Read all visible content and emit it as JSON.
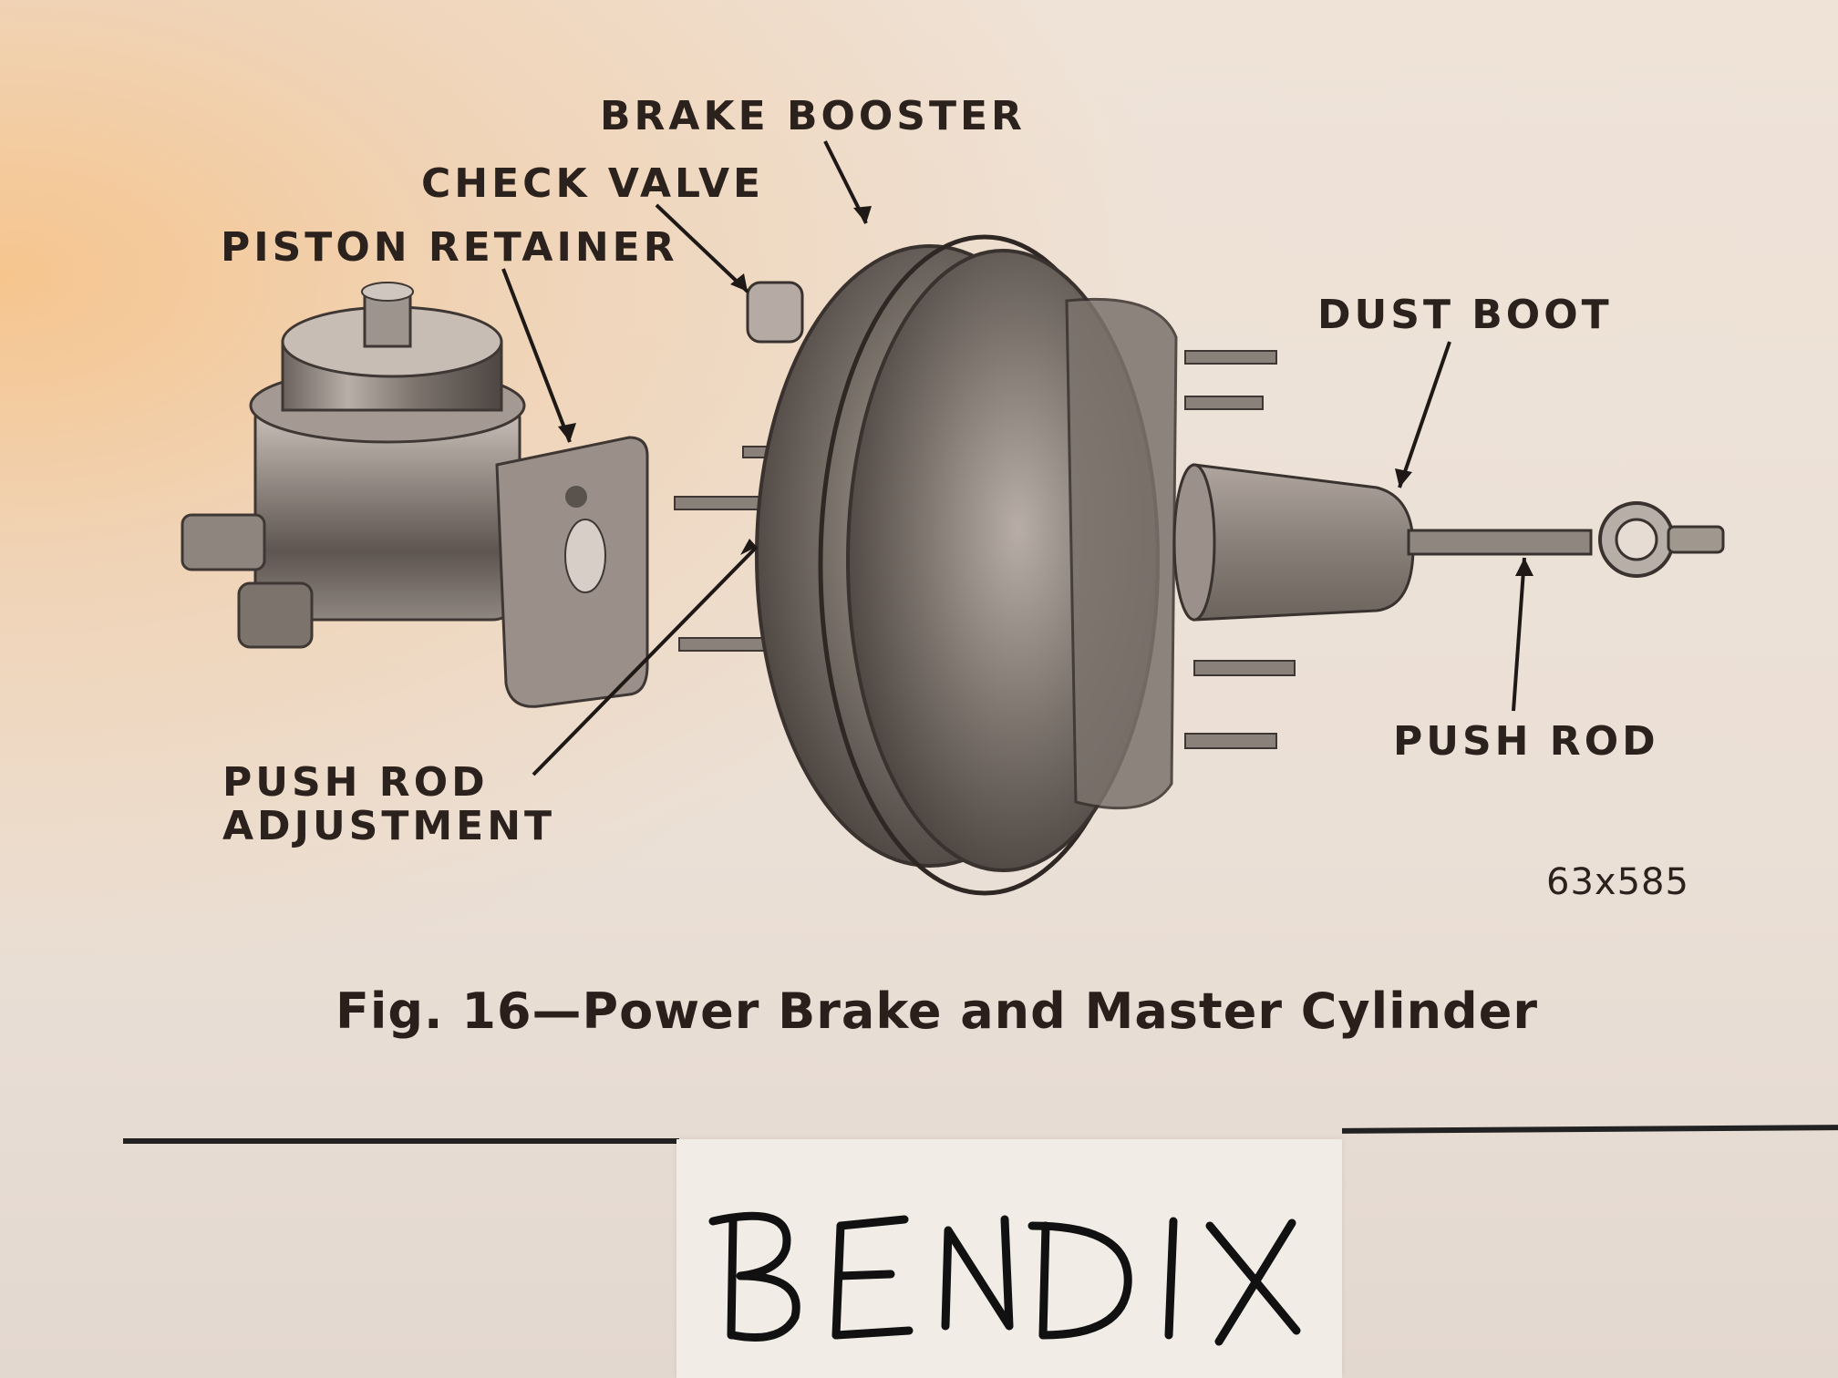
{
  "labels": {
    "brake_booster": "BRAKE BOOSTER",
    "check_valve": "CHECK VALVE",
    "piston_retainer": "PISTON RETAINER",
    "dust_boot": "DUST BOOT",
    "push_rod_adjustment": "PUSH ROD\nADJUSTMENT",
    "push_rod": "PUSH ROD"
  },
  "figure_number": "63x585",
  "caption": "Fig. 16—Power Brake and Master Cylinder",
  "handwritten_note": "BENDIX"
}
